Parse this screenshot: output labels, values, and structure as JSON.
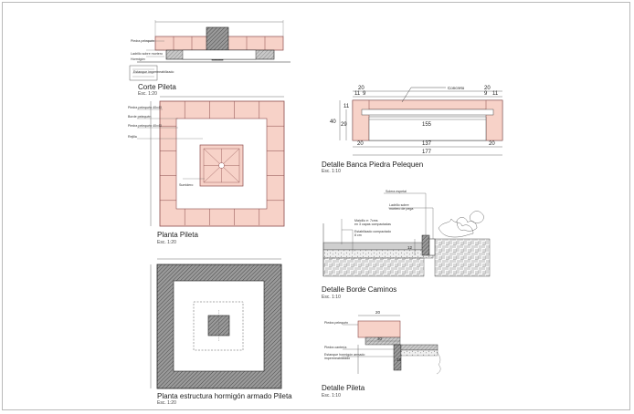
{
  "titles": {
    "corte": {
      "title": "Corte Pileta",
      "scale": "Esc. 1:20"
    },
    "planta": {
      "title": "Planta Pileta",
      "scale": "Esc. 1:20"
    },
    "estructura": {
      "title": "Planta estructura hormigón armado Pileta",
      "scale": "Esc. 1:20"
    },
    "banca": {
      "title": "Detalle Banca Piedra Pelequen",
      "scale": "Esc. 1:10"
    },
    "borde": {
      "title": "Detalle Borde Caminos",
      "scale": "Esc. 1:10"
    },
    "pileta": {
      "title": "Detalle Pileta",
      "scale": "Esc. 1:10"
    }
  },
  "banca_dims": {
    "top_left": "20",
    "top_right": "20",
    "inner_left": "11",
    "inner_left2": "9",
    "inner_right": "9",
    "inner_right2": "11",
    "mid": "155",
    "bottom_left": "20",
    "bottom_mid": "137",
    "bottom_right": "20",
    "total": "177",
    "height_outer": "40",
    "height_inner": "29",
    "height_top": "11",
    "label_concreto": "Concreto"
  },
  "borde_notes": {
    "solera": "Solera espetal",
    "ladrillo": "Ladrillo sobre\nmortero de pega",
    "maicillo": "Maicillo e: 7cms\nen 3 capas compactadas",
    "estabilizado": "Estabilizado compactado\n8 cm",
    "dim_12": "12"
  },
  "pileta_notes": {
    "piedra": "Piedra pelequén",
    "piedra_laja": "Piedra cantería",
    "estanque": "Estanque hormigón armado\nimpermeabilizado",
    "dim_20": "20",
    "dim_30": "30",
    "dim_15": "15"
  },
  "corte_notes": {
    "n1": "Piedra pelequén",
    "n2": "Ladrillo sobre mortero",
    "n3": "Hormigón",
    "n4": "Estanque impermeabilizado"
  },
  "planta_notes": {
    "n1": "Piedra pelequén 40x40",
    "n2": "Borde pelequén",
    "n3": "Piedra pelequén 40x40",
    "n4": "Rejilla",
    "n5": "Sumidero"
  },
  "colors": {
    "stone": "#f7d2c8",
    "stone_edge": "#c06060",
    "hatch": "#6b6b6b",
    "line": "#222222"
  }
}
